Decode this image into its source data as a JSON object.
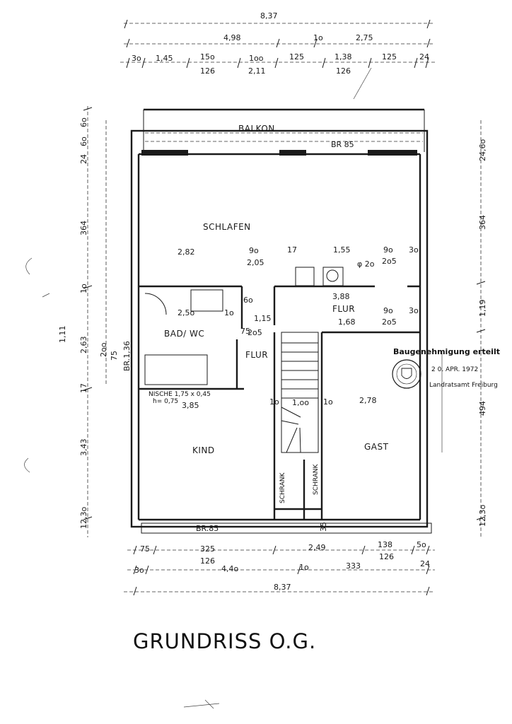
{
  "title": "GRUNDRISS O.G.",
  "rooms": {
    "balkon": "BALKON",
    "schlafen": "SCHLAFEN",
    "bad_wc": "BAD/ WC",
    "flur_upper": "FLUR",
    "flur_lower": "FLUR",
    "kind": "KIND",
    "gast": "GAST",
    "schrank_left": "SCHRANK",
    "schrank_right": "SCHRANK"
  },
  "top_dimensions": {
    "overall": "8,37",
    "row2": [
      "4,98",
      "1o",
      "2,75"
    ],
    "row3": [
      "3o",
      "1,45",
      "15o",
      "1oo",
      "125",
      "1,38",
      "125",
      "24"
    ],
    "row4": [
      "126",
      "2,11",
      "126"
    ]
  },
  "bottom_dimensions": {
    "row1": [
      "75",
      "325",
      "2,49",
      "138",
      "5o"
    ],
    "row2": [
      "126",
      "126"
    ],
    "row3": [
      "3o",
      "4,4o",
      "1o",
      "333",
      "24"
    ],
    "overall": "8,37"
  },
  "left_dimensions": [
    "24",
    "6o",
    "6o",
    "364",
    "1o",
    "2,63",
    "1,11",
    "17",
    "3,43",
    "12,3o",
    "2oo",
    "75",
    "BR.1,36"
  ],
  "right_dimensions": [
    "24,6o",
    "364",
    "1,19",
    "494",
    "12,3o"
  ],
  "interior_labels": {
    "br_top": "BR 85",
    "br_bottom": "BR.85",
    "schlafen_w": "2,82",
    "schlafen_d1": "9o",
    "schlafen_d2": "2,05",
    "schlafen_d3": "1,55",
    "schlafen_d4": "9o",
    "schlafen_d5": "2o5",
    "schlafen_d6": "3o",
    "schlafen_d7": "17",
    "pipe": "φ 2o",
    "bad_w": "2,5o",
    "bad_d1": "1o",
    "bad_d2": "6o",
    "bad_d3": "1,15",
    "bad_d4": "75",
    "bad_d5": "2o5",
    "flur_w": "3,88",
    "flur_d": "1,68",
    "flur_d2": "9o",
    "flur_d3": "2o5",
    "flur_d4": "3o",
    "stair1": "1o",
    "stair2": "1,oo",
    "stair3": "1o",
    "niche": "NISCHE 1,75 x 0,45",
    "niche2": "h= 0,75",
    "kind_w": "3,85",
    "gast_w": "2,78",
    "dim_35": "35"
  },
  "stamp": {
    "line1": "Baugenehmigung erteilt",
    "date": "2 0. APR. 1972",
    "office": "Landratsamt Freiburg"
  }
}
